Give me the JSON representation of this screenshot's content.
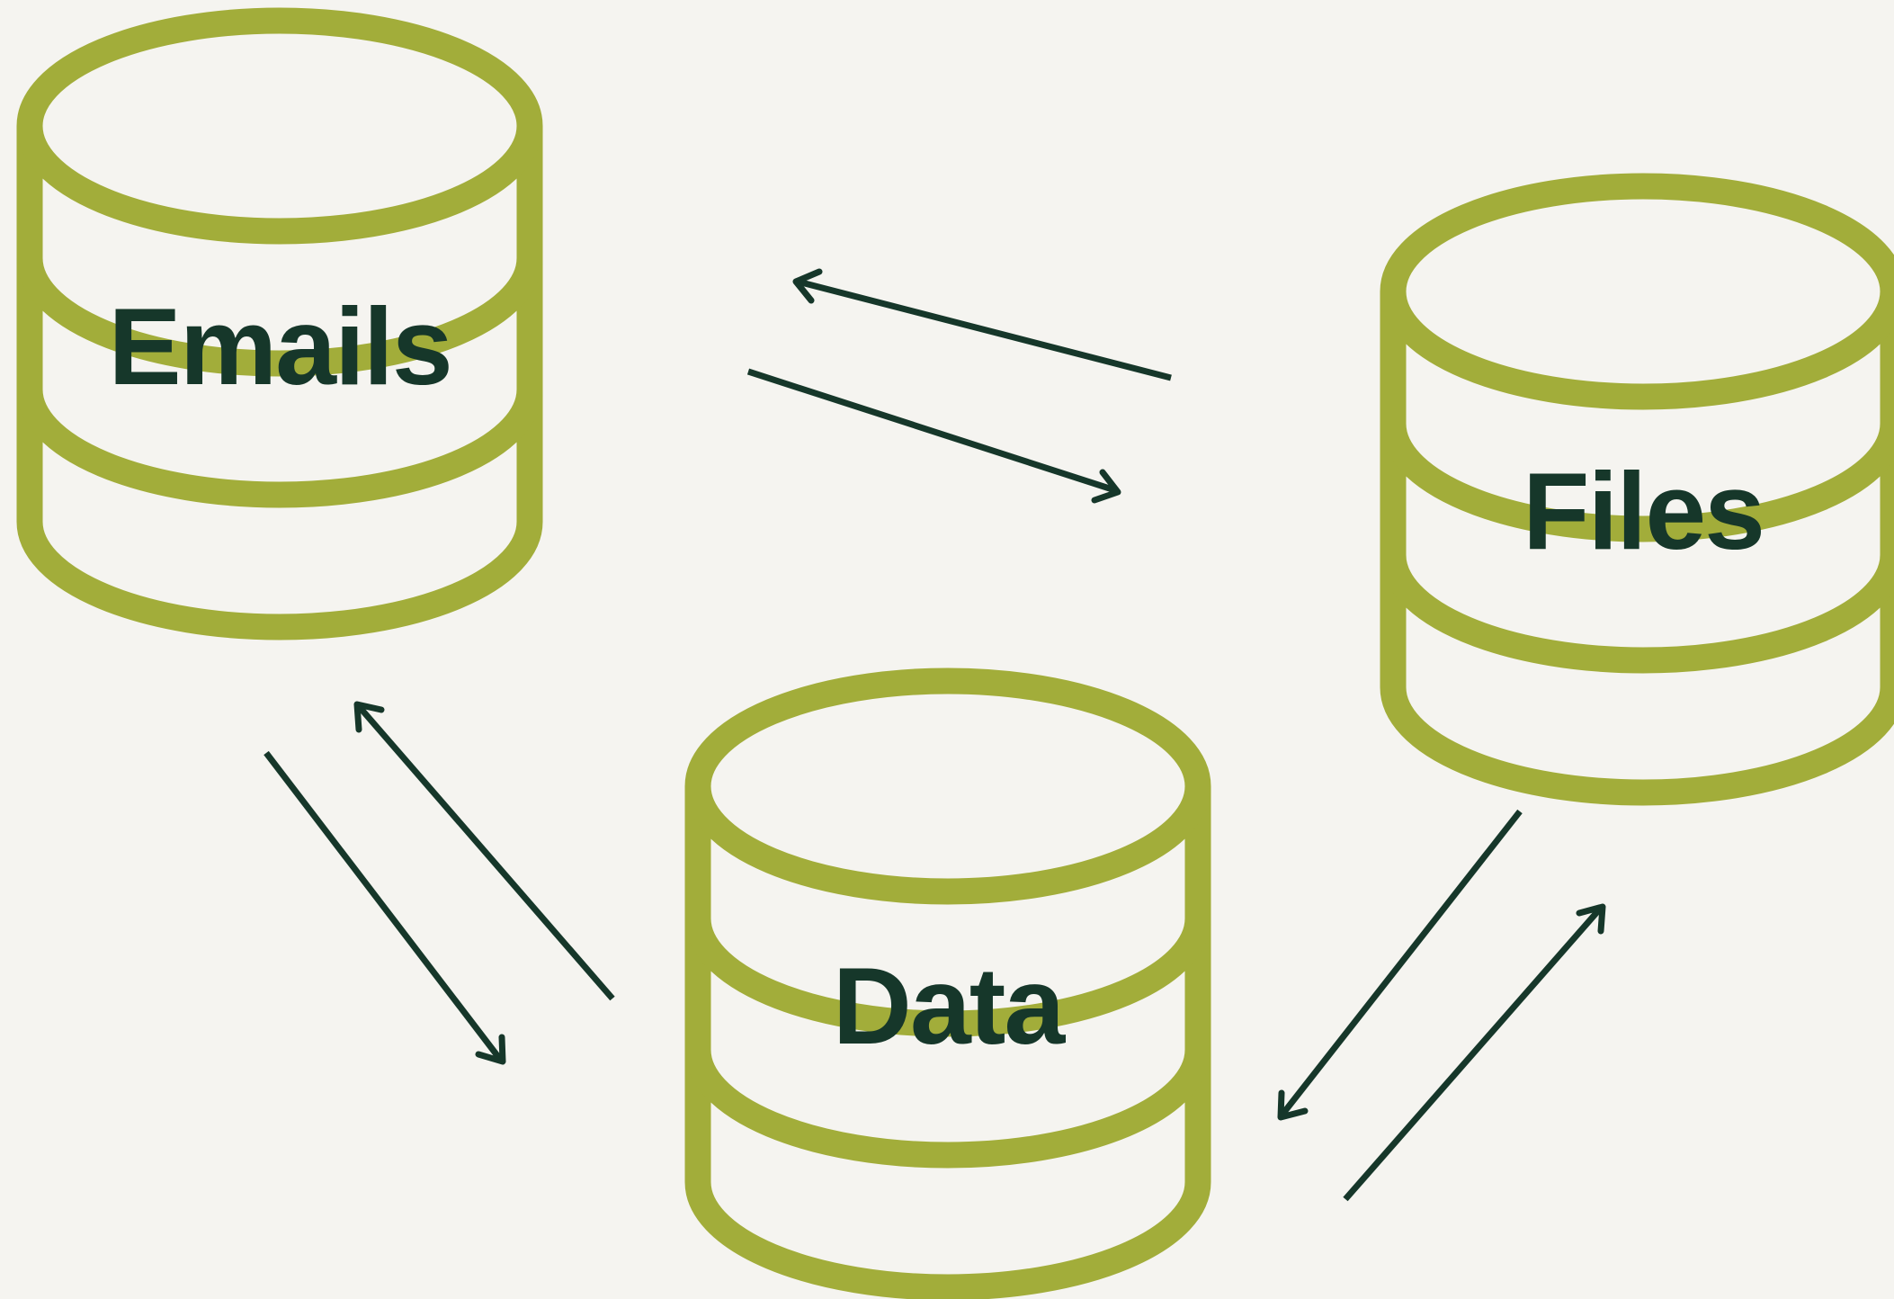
{
  "diagram": {
    "colors": {
      "background": "#f5f4f0",
      "cylinder": "#a2ad3a",
      "text_and_arrows": "#16372a"
    },
    "nodes": [
      {
        "id": "emails",
        "label": "Emails",
        "shape": "database-cylinder"
      },
      {
        "id": "files",
        "label": "Files",
        "shape": "database-cylinder"
      },
      {
        "id": "data",
        "label": "Data",
        "shape": "database-cylinder"
      }
    ],
    "edges": [
      {
        "from": "files",
        "to": "emails"
      },
      {
        "from": "emails",
        "to": "files"
      },
      {
        "from": "emails",
        "to": "data"
      },
      {
        "from": "data",
        "to": "emails"
      },
      {
        "from": "files",
        "to": "data"
      },
      {
        "from": "data",
        "to": "files"
      }
    ]
  }
}
